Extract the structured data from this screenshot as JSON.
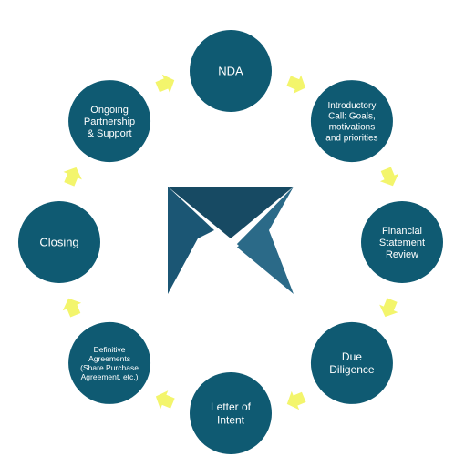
{
  "colors": {
    "node_fill": "#0f5a72",
    "arrow_fill": "#f3f56c",
    "logo_dark": "#174a63",
    "logo_light": "#2b6a88",
    "background": "#ffffff"
  },
  "logo": {
    "icon": "origami-bowtie-logo"
  },
  "steps": [
    {
      "id": "nda",
      "lines": [
        "NDA"
      ]
    },
    {
      "id": "introductory-call",
      "lines": [
        "Introductory",
        "Call: Goals,",
        "motivations",
        "and priorities"
      ]
    },
    {
      "id": "financial-statement-review",
      "lines": [
        "Financial",
        "Statement",
        "Review"
      ]
    },
    {
      "id": "due-diligence",
      "lines": [
        "Due",
        "Diligence"
      ]
    },
    {
      "id": "letter-of-intent",
      "lines": [
        "Letter of",
        "Intent"
      ]
    },
    {
      "id": "definitive-agreements",
      "lines": [
        "Definitive",
        "Agreements",
        "(Share Purchase",
        "Agreement, etc.)"
      ]
    },
    {
      "id": "closing",
      "lines": [
        "Closing"
      ]
    },
    {
      "id": "ongoing-partnership",
      "lines": [
        "Ongoing",
        "Partnership",
        "& Support"
      ]
    }
  ],
  "arrow_icon": "chevron-arrow-icon"
}
